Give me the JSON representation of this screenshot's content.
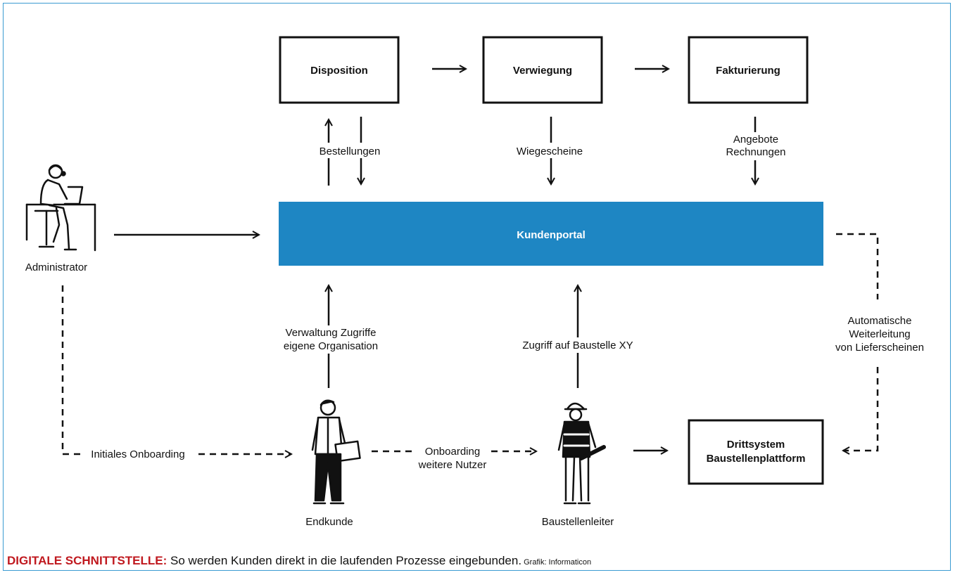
{
  "nodes": {
    "disposition": "Disposition",
    "verwiegung": "Verwiegung",
    "fakturierung": "Fakturierung",
    "kundenportal": "Kundenportal",
    "drittsystem_line1": "Drittsystem",
    "drittsystem_line2": "Baustellenplattform"
  },
  "actors": {
    "administrator": "Administrator",
    "endkunde": "Endkunde",
    "baustellenleiter": "Baustellenleiter"
  },
  "edge_labels": {
    "bestellungen": "Bestellungen",
    "wiegescheine": "Wiegescheine",
    "angebote": "Angebote",
    "rechnungen": "Rechnungen",
    "verwaltung_1": "Verwaltung Zugriffe",
    "verwaltung_2": "eigene Organisation",
    "zugriff": "Zugriff auf Baustelle XY",
    "automatische_1": "Automatische",
    "automatische_2": "Weiterleitung",
    "automatische_3": "von Lieferscheinen",
    "initiales": "Initiales Onboarding",
    "onboarding_1": "Onboarding",
    "onboarding_2": "weitere Nutzer"
  },
  "caption": {
    "title": "DIGITALE SCHNITTSTELLE:",
    "text": " So werden Kunden direkt in die laufenden Prozesse eingebunden.",
    "credit": " Grafik: Informaticon"
  },
  "colors": {
    "portal": "#1e86c3",
    "frame": "#3a9bd2",
    "caption_accent": "#c0191f"
  }
}
